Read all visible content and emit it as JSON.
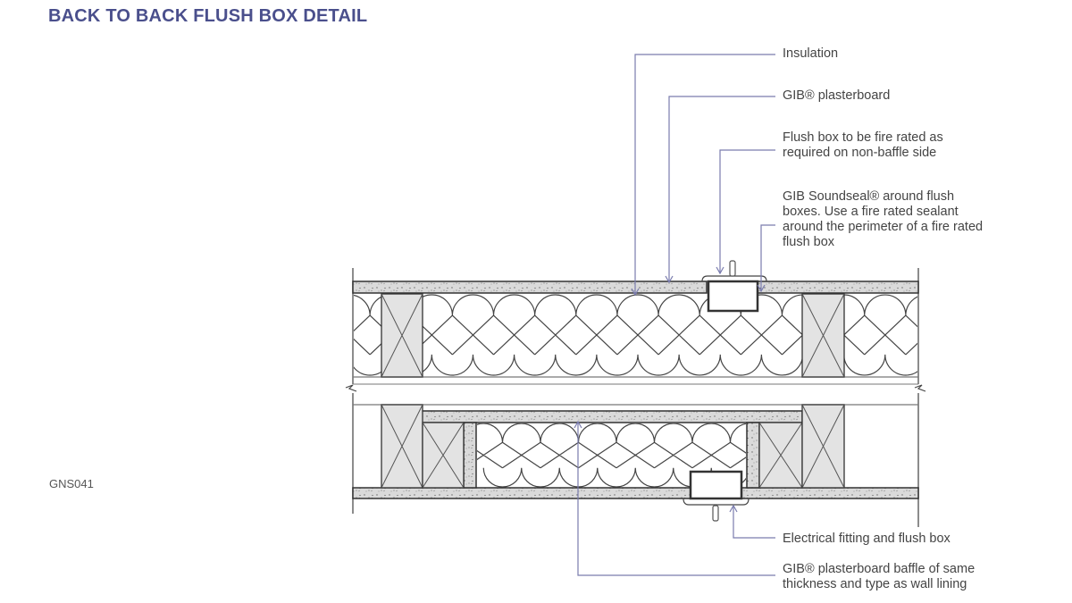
{
  "title": "BACK TO BACK FLUSH BOX DETAIL",
  "drawing_code": "GNS041",
  "colors": {
    "title": "#4a4f8c",
    "leader": "#7a7cae",
    "line": "#333333",
    "stud_fill": "#e3e3e3",
    "board_fill": "#d9d9d9"
  },
  "callouts": [
    {
      "id": "insulation",
      "lines": [
        "Insulation"
      ]
    },
    {
      "id": "plasterboard",
      "lines": [
        "GIB® plasterboard"
      ]
    },
    {
      "id": "flush-box-fire-rated",
      "lines": [
        "Flush box to be fire rated as",
        "required on non-baffle side"
      ]
    },
    {
      "id": "soundseal",
      "lines": [
        "GIB Soundseal® around flush",
        "boxes. Use a fire rated sealant",
        "around the perimeter of a fire rated",
        "flush box"
      ]
    },
    {
      "id": "electrical-fitting",
      "lines": [
        "Electrical fitting and flush box"
      ]
    },
    {
      "id": "baffle",
      "lines": [
        "GIB® plasterboard baffle of same",
        "thickness and type as wall lining"
      ]
    }
  ]
}
